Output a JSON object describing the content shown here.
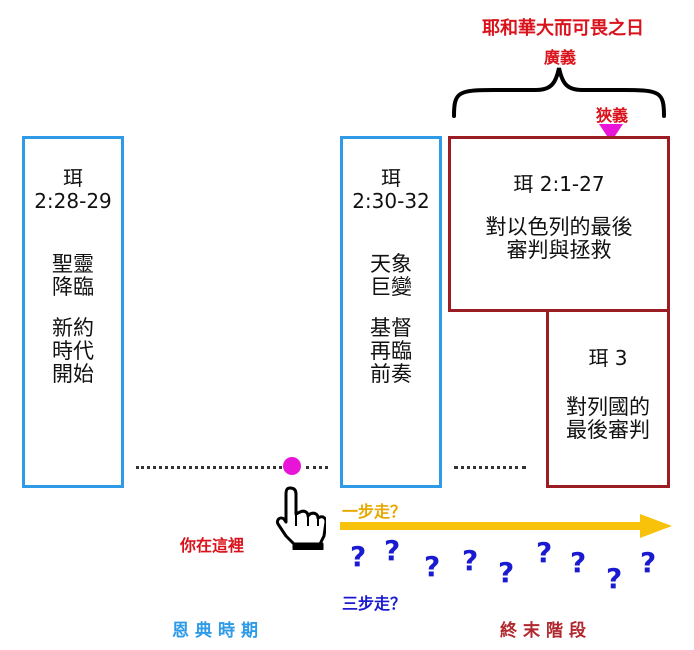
{
  "top": {
    "title": "耶和華大而可畏之日",
    "broad": "廣義",
    "narrow": "狹義"
  },
  "col1": {
    "ref": [
      "珥",
      "2:28-29"
    ],
    "lines1": [
      "聖靈",
      "降臨"
    ],
    "lines2": [
      "新約",
      "時代",
      "開始"
    ]
  },
  "col2": {
    "ref": [
      "珥",
      "2:30-32"
    ],
    "lines1": [
      "天象",
      "巨變"
    ],
    "lines2": [
      "基督",
      "再臨",
      "前奏"
    ]
  },
  "col3": {
    "ref": "珥 2:1-27",
    "lines": [
      "對以色列的最後",
      "審判與拯救"
    ]
  },
  "col4": {
    "ref": "珥 3",
    "lines": [
      "對列國的",
      "最後審判"
    ]
  },
  "labels": {
    "you_are_here": "你在這裡",
    "one_step": "一步走？",
    "three_step": "三步走？",
    "grace_period": "恩典時期",
    "end_stage": "終末階段"
  },
  "question_mark": "?",
  "colors": {
    "blue": "#2f9be8",
    "maroon": "#9b1c22",
    "red": "#d9121b",
    "magenta": "#e815d8",
    "arrow": "#f8c10a",
    "question": "#1a1ad0"
  }
}
